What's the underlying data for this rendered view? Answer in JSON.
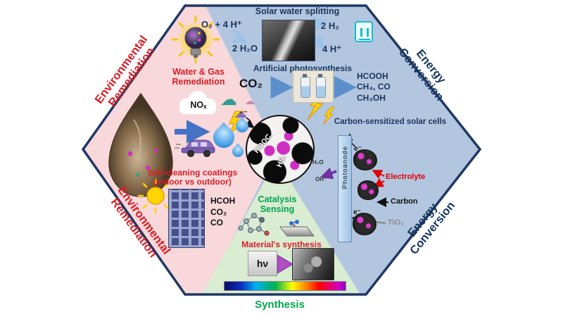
{
  "edge_labels": {
    "env_top": "Environmental\nRemediation",
    "env_bottom": "Environmental\nRemediation",
    "energy_top": "Energy\nConversion",
    "energy_bottom": "Energy\nConversion",
    "synthesis": "Synthesis"
  },
  "solar": {
    "title": "Solar water splitting",
    "o2": "O₂ + 4 H⁺",
    "h2o": "2 H₂O",
    "h2": "2 H₂",
    "hplus": "4 H⁺"
  },
  "photosynthesis": {
    "title": "Artificial photosynthesis",
    "co2": "CO₂",
    "products": "HCOOH\nCH₄, CO\nCH₃OH"
  },
  "solar_cells": {
    "title": "Carbon-sensitized solar cells",
    "photoanode": "Photoanode",
    "electron_top": "e⁻",
    "electron_bottom": "e⁻",
    "h2o": "H₂O",
    "oh": "OH⁻",
    "electrolyte": "Electrolyte",
    "carbon": "Carbon",
    "tio2": "TiO₂"
  },
  "center": {
    "electron": "e⁻",
    "hooc": "HOOC.",
    "hs": "HS."
  },
  "remediation": {
    "water_gas": "Water  & Gas\nRemediation",
    "nox": "NOₓ",
    "self_cleaning": "Self-cleaning coatings\n(indoor vs outdoor)",
    "byproducts": "HCOH\nCO₂\nCO"
  },
  "synthesis_region": {
    "catalysis": "Catalysis\nSensing",
    "material": "Material's synthesis",
    "hv": "hν"
  },
  "colors": {
    "env_red": "#d91e26",
    "navy": "#17365d",
    "green": "#00a550",
    "pink_bg": "#f8d8da",
    "blue_bg": "#b3c6df",
    "green_bg": "#daecd2",
    "border_navy": "#1f3864"
  }
}
